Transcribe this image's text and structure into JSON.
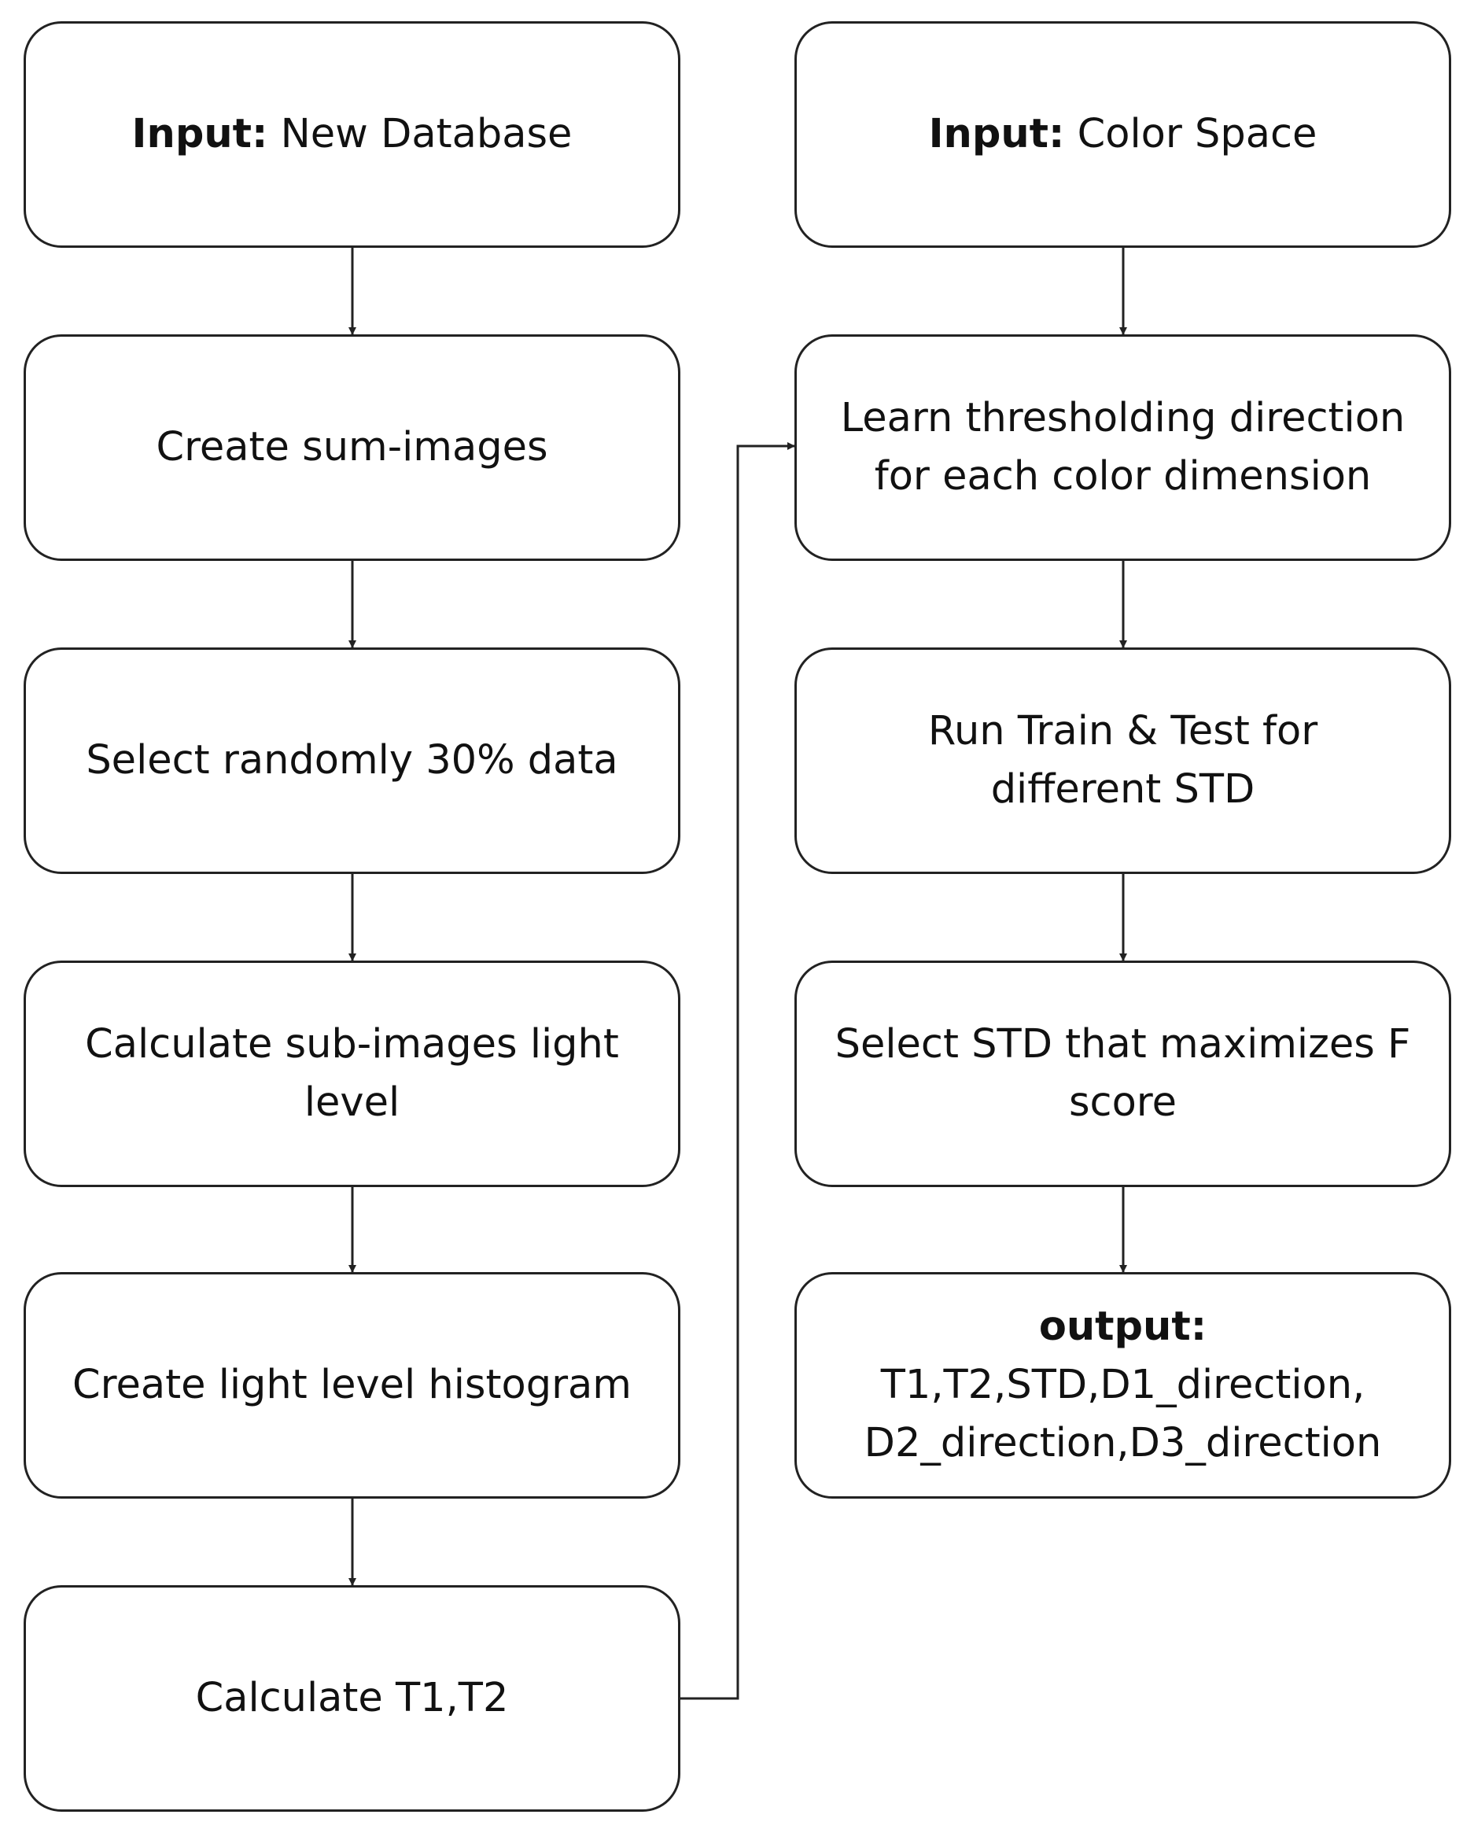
{
  "diagram": {
    "left_column": {
      "input_box": {
        "bold_label": "Input:",
        "text": " New Database"
      },
      "steps": [
        {
          "lines": [
            "Create sum-images"
          ]
        },
        {
          "lines": [
            "Select randomly  30% data"
          ]
        },
        {
          "lines": [
            "Calculate sub-images  light",
            "level"
          ]
        },
        {
          "lines": [
            "Create light level histogram"
          ]
        },
        {
          "lines": [
            "Calculate T1,T2"
          ]
        }
      ]
    },
    "right_column": {
      "input_box": {
        "bold_label": "Input:",
        "text": " Color Space"
      },
      "steps": [
        {
          "lines": [
            "Learn thresholding  direction",
            "for each color dimension"
          ]
        },
        {
          "lines": [
            "Run Train & Test for",
            "different STD"
          ]
        },
        {
          "lines": [
            "Select STD that maximizes F",
            "score"
          ]
        }
      ],
      "output_box": {
        "bold_label": "output:",
        "lines": [
          "T1,T2,STD,D1_direction,",
          "D2_direction,D3_direction"
        ]
      }
    },
    "colors": {
      "stroke": "#222222",
      "text": "#111111",
      "background": "#ffffff"
    }
  }
}
